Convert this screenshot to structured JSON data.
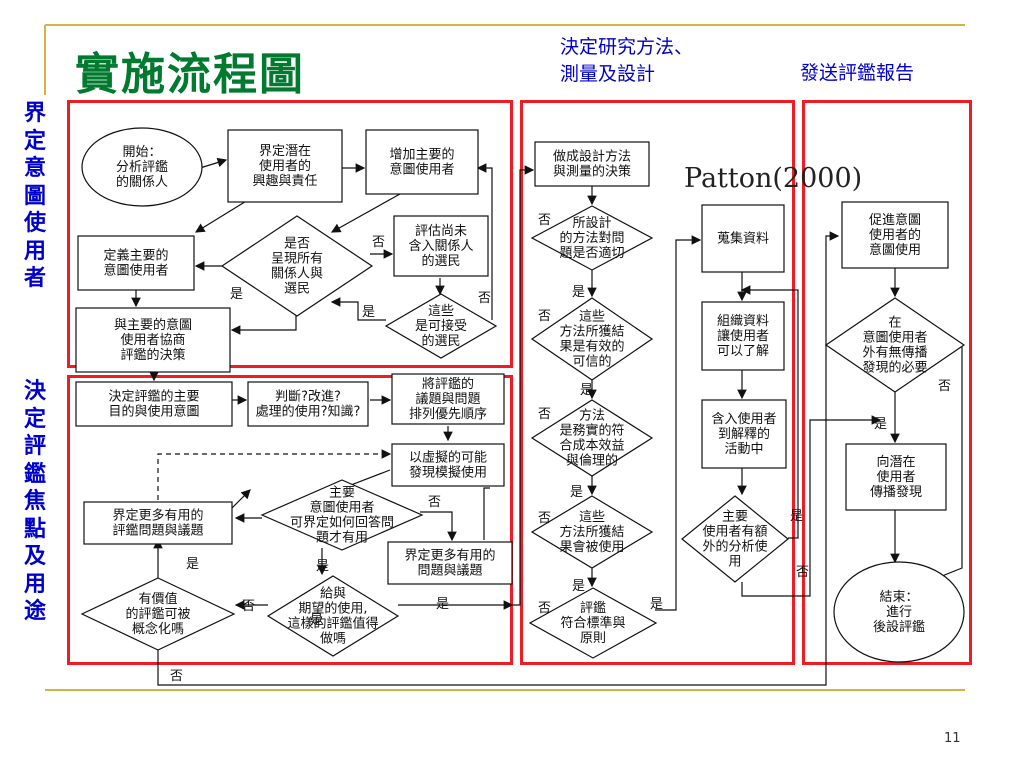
{
  "page": {
    "title": "實施流程圖",
    "header_center_line1": "決定研究方法、",
    "header_center_line2": "測量及設計",
    "header_right": "發送評鑑報告",
    "side_top": "界定意圖使用者",
    "side_bottom": "決定評鑑焦點及用途",
    "citation": "Patton(2000)",
    "page_number": "11"
  },
  "colors": {
    "title": "#007a2e",
    "headers": "#0000cc",
    "frame": "#ee1c24",
    "rule": "#d6b24a"
  },
  "nodes": {
    "start": [
      "開始：",
      "分析評鑑",
      "的關係人"
    ],
    "define_interest": [
      "界定潛在",
      "使用者的",
      "興趣與責任"
    ],
    "add_primary": [
      "增加主要的",
      "意圖使用者"
    ],
    "define_primary": [
      "定義主要的",
      "意圖使用者"
    ],
    "all_present": [
      "是否",
      "呈現所有",
      "關係人與",
      "選民"
    ],
    "assess_unincluded": [
      "評估尚未",
      "含入關係人",
      "的選民"
    ],
    "acceptable": [
      "這些",
      "是可接受",
      "的選民"
    ],
    "negotiate": [
      "與主要的意圖",
      "使用者協商",
      "評鑑的決策"
    ],
    "decide_purpose": [
      "決定評鑑的主要",
      "目的與使用意圖"
    ],
    "judge": [
      "判斷?改進?",
      "處理的使用?知識?"
    ],
    "prioritize": [
      "將評鑑的",
      "議題與問題",
      "排列優先順序"
    ],
    "simulate": [
      "以虛擬的可能",
      "發現模擬使用"
    ],
    "answerable": [
      "主要",
      "意圖使用者",
      "可界定如何回答問",
      "題才有用"
    ],
    "define_more_right": [
      "界定更多有用的",
      "問題與議題"
    ],
    "define_more_left": [
      "界定更多有用的",
      "評鑑問題與議題"
    ],
    "worth": [
      "給與",
      "期望的使用,",
      "這樣的評鑑值得",
      "做嗎"
    ],
    "conceptualize": [
      "有價值",
      "的評鑑可被",
      "概念化嗎"
    ],
    "design_decision": [
      "做成設計方法",
      "與測量的決策"
    ],
    "method_fit": [
      "所設計",
      "的方法對問",
      "題是否適切"
    ],
    "valid": [
      "這些",
      "方法所獲結",
      "果是有效的",
      "可信的"
    ],
    "practical": [
      "方法",
      "是務實的符",
      "合成本效益",
      "與倫理的"
    ],
    "usable": [
      "這些",
      "方法所獲結",
      "果會被使用"
    ],
    "standards": [
      "評鑑",
      "符合標準與",
      "原則"
    ],
    "collect": [
      "蒐集資料"
    ],
    "organize": [
      "組織資料",
      "讓使用者",
      "可以了解"
    ],
    "involve": [
      "含入使用者",
      "到解釋的",
      "活動中"
    ],
    "extra_analysis": [
      "主要",
      "使用者有額",
      "外的分析使",
      "用"
    ],
    "promote": [
      "促進意圖",
      "使用者的",
      "意圖使用"
    ],
    "dissemination_need": [
      "在",
      "意圖使用者",
      "外有無傳播",
      "發現的必要"
    ],
    "disseminate": [
      "向潛在",
      "使用者",
      "傳播發現"
    ],
    "end": [
      "結束：",
      "進行",
      "後設評鑑"
    ]
  },
  "labels": {
    "yes": "是",
    "no": "否"
  }
}
